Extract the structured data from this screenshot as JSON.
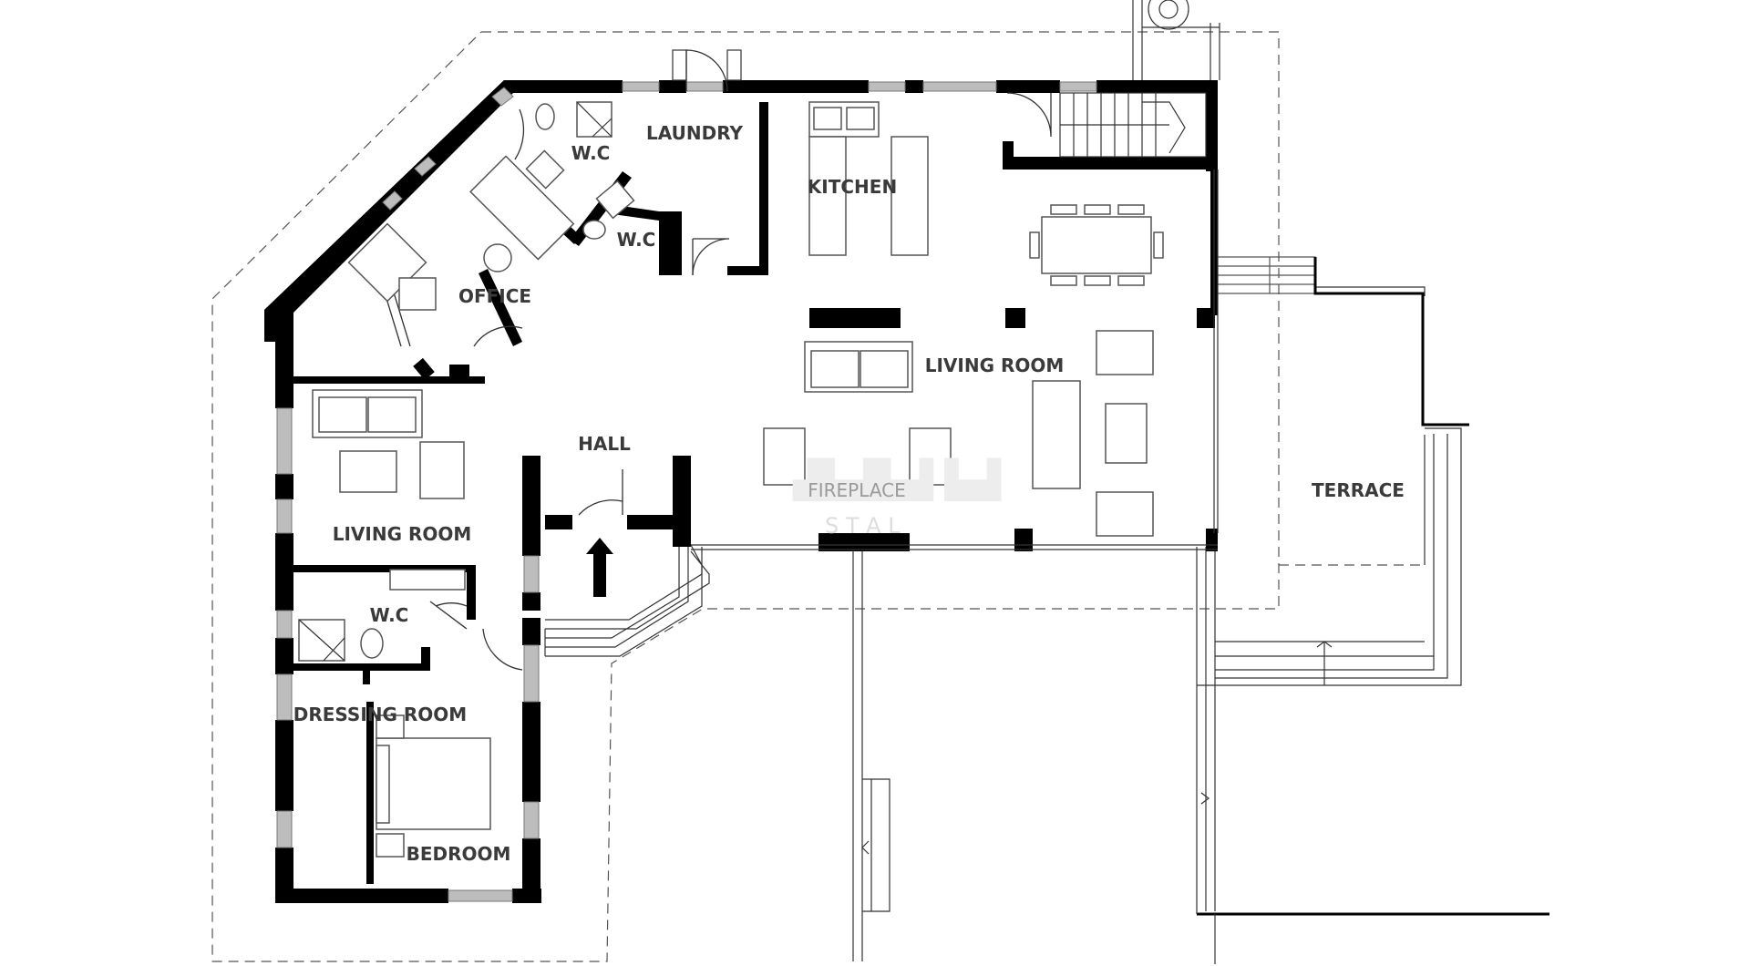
{
  "rooms": {
    "laundry": "LAUNDRY",
    "wc_top": "W.C",
    "wc_mid": "W.C",
    "kitchen": "KITCHEN",
    "office": "OFFICE",
    "living_room_main": "LIVING ROOM",
    "hall": "HALL",
    "living_room_left": "LIVING ROOM",
    "fireplace": "FIREPLACE",
    "terrace": "TERRACE",
    "wc_bottom": "W.C",
    "dressing_room": "DRESSING ROOM",
    "bedroom": "BEDROOM"
  },
  "colors": {
    "wall": "#000000",
    "window": "#bdbdbd",
    "label": "#3a3a3a",
    "background": "#ffffff"
  }
}
